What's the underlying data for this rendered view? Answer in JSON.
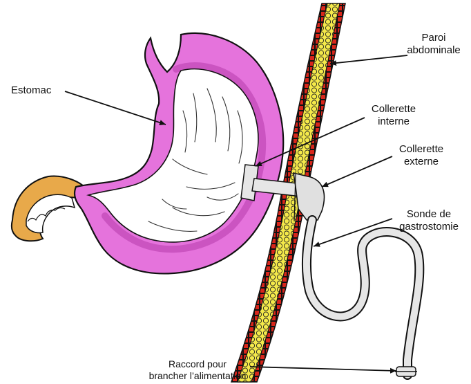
{
  "colors": {
    "stomach_wall": "#e573dc",
    "stomach_dark": "#c24ab8",
    "stomach_inner": "#ffffff",
    "intestine": "#e8a94a",
    "wall_red": "#d8261b",
    "wall_fat": "#f4e94a",
    "tube": "#e6e6e6",
    "outline": "#111111"
  },
  "labels": {
    "estomac": "Estomac",
    "paroi_line1": "Paroi",
    "paroi_line2": "abdominale",
    "interne_line1": "Collerette",
    "interne_line2": "interne",
    "externe_line1": "Collerette",
    "externe_line2": "externe",
    "sonde_line1": "Sonde de",
    "sonde_line2": "gastrostomie",
    "raccord_line1": "Raccord pour",
    "raccord_line2": "brancher l’alimentation"
  }
}
